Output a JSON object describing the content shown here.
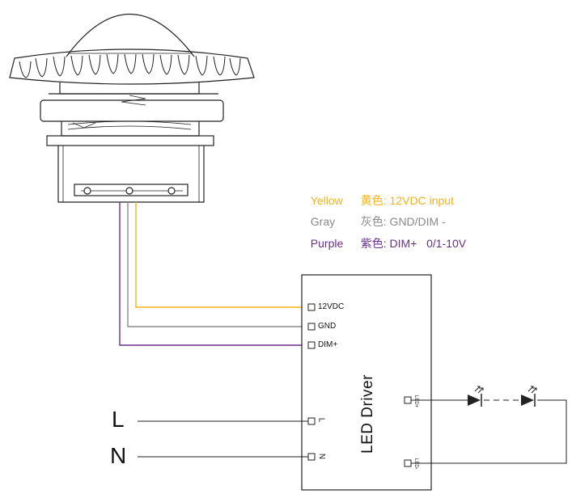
{
  "legend": {
    "yellow": {
      "name": "Yellow",
      "cn": "黄色",
      "desc": ": 12VDC input",
      "color": "#f5b21c"
    },
    "gray": {
      "name": "Gray",
      "cn": "灰色",
      "desc": ": GND/DIM -",
      "color": "#8a8a8a"
    },
    "purple": {
      "name": "Purple",
      "cn": "紫色",
      "desc": ": DIM+   0/1-10V",
      "color": "#6a2f8e"
    }
  },
  "driver": {
    "title": "LED Driver",
    "terminals": {
      "t12vdc": "12VDC",
      "gnd": "GND",
      "dimplus": "DIM+",
      "l": "L",
      "n": "N"
    },
    "led_plus": "LED+",
    "led_minus": "LED-"
  },
  "mains": {
    "l": "L",
    "n": "N"
  },
  "colors": {
    "line": "#222222",
    "wire_yellow": "#f5b21c",
    "wire_gray": "#8a8a8a",
    "wire_purple": "#6a2f8e"
  }
}
